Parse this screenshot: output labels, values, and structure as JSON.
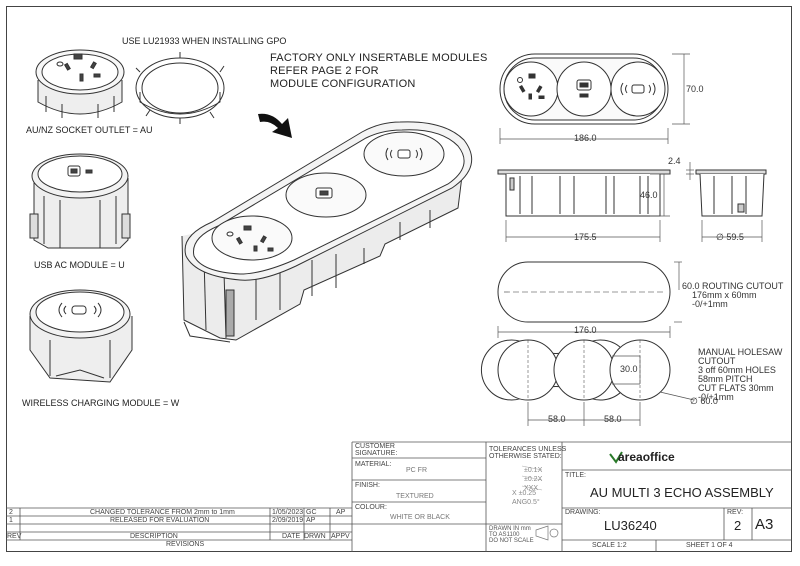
{
  "labels": {
    "gpo_note": "USE LU21933 WHEN INSTALLING GPO",
    "au_module": "AU/NZ SOCKET OUTLET = AU",
    "usb_module": "USB AC MODULE = U",
    "wireless_module": "WIRELESS CHARGING MODULE = W",
    "factory_note": [
      "FACTORY ONLY INSERTABLE MODULES",
      "REFER PAGE 2 FOR",
      "MODULE CONFIGURATION"
    ]
  },
  "dimensions": {
    "top_width": "186.0",
    "top_height": "70.0",
    "flange": "2.4",
    "body_height": "46.0",
    "body_width": "175.5",
    "body_diameter": "∅ 59.5",
    "cutout_width": "176.0",
    "pitch_left": "58.0",
    "pitch_right": "58.0",
    "flat": "30.0",
    "hole_dia": "∅ 60.0"
  },
  "routing_note": [
    "60.0 ROUTING CUTOUT",
    "176mm x 60mm",
    "-0/+1mm"
  ],
  "holesaw_note": [
    "MANUAL HOLESAW",
    "CUTOUT",
    "3 off 60mm HOLES",
    "58mm PITCH",
    "CUT FLATS 30mm",
    "-0/+1mm"
  ],
  "title_block": {
    "customer_signature": "CUSTOMER\nSIGNATURE:",
    "material_label": "MATERIAL:",
    "material_value": "PC FR",
    "finish_label": "FINISH:",
    "finish_value": "TEXTURED",
    "colour_label": "COLOUR:",
    "colour_value": "WHITE OR BLACK",
    "tolerances_label": "TOLERANCES UNLESS\nOTHERWISE STATED:",
    "tolerances": [
      "±0.1X",
      "±0.2X",
      "XXX",
      "X ±0.25",
      "ANG0.5°"
    ],
    "drawn_in": "DRAWN IN mm\nTO AS1100\nDO NOT SCALE",
    "company": "areaoffice",
    "title_label": "TITLE:",
    "title": "AU MULTI 3 ECHO ASSEMBLY",
    "drawing_label": "DRAWING:",
    "drawing": "LU36240",
    "rev_label": "REV:",
    "rev": "2",
    "size": "A3",
    "scale": "SCALE 1:2",
    "sheet": "SHEET 1 OF 4"
  },
  "revisions": {
    "rows": [
      {
        "rev": "2",
        "description": "CHANGED TOLERANCE FROM 2mm to 1mm",
        "date": "1/05/2023",
        "drwn": "GC",
        "appv": "AP"
      },
      {
        "rev": "1",
        "description": "RELEASED FOR EVALUATION",
        "date": "2/09/2019",
        "drwn": "AP",
        "appv": ""
      }
    ],
    "headers": {
      "rev": "REV",
      "description": "DESCRIPTION",
      "date": "DATE",
      "drwn": "DRWN",
      "appv": "APPV"
    },
    "title": "REVISIONS"
  }
}
